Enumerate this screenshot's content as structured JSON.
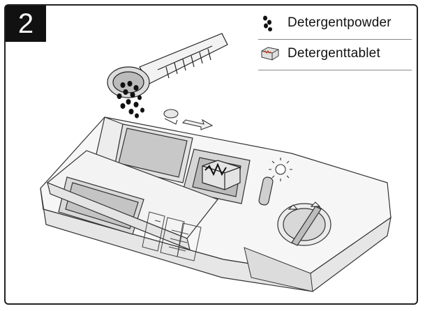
{
  "step": {
    "number": "2"
  },
  "legend": {
    "items": [
      {
        "label": "Detergentpowder",
        "icon": "detergent-powder-icon"
      },
      {
        "label": "Detergenttablet",
        "icon": "detergent-tablet-icon"
      }
    ]
  },
  "colors": {
    "frame": "#222222",
    "badge": "#111111",
    "line": "#333333",
    "fill": "#f4f4f4",
    "shade": "#bdbdbd"
  }
}
